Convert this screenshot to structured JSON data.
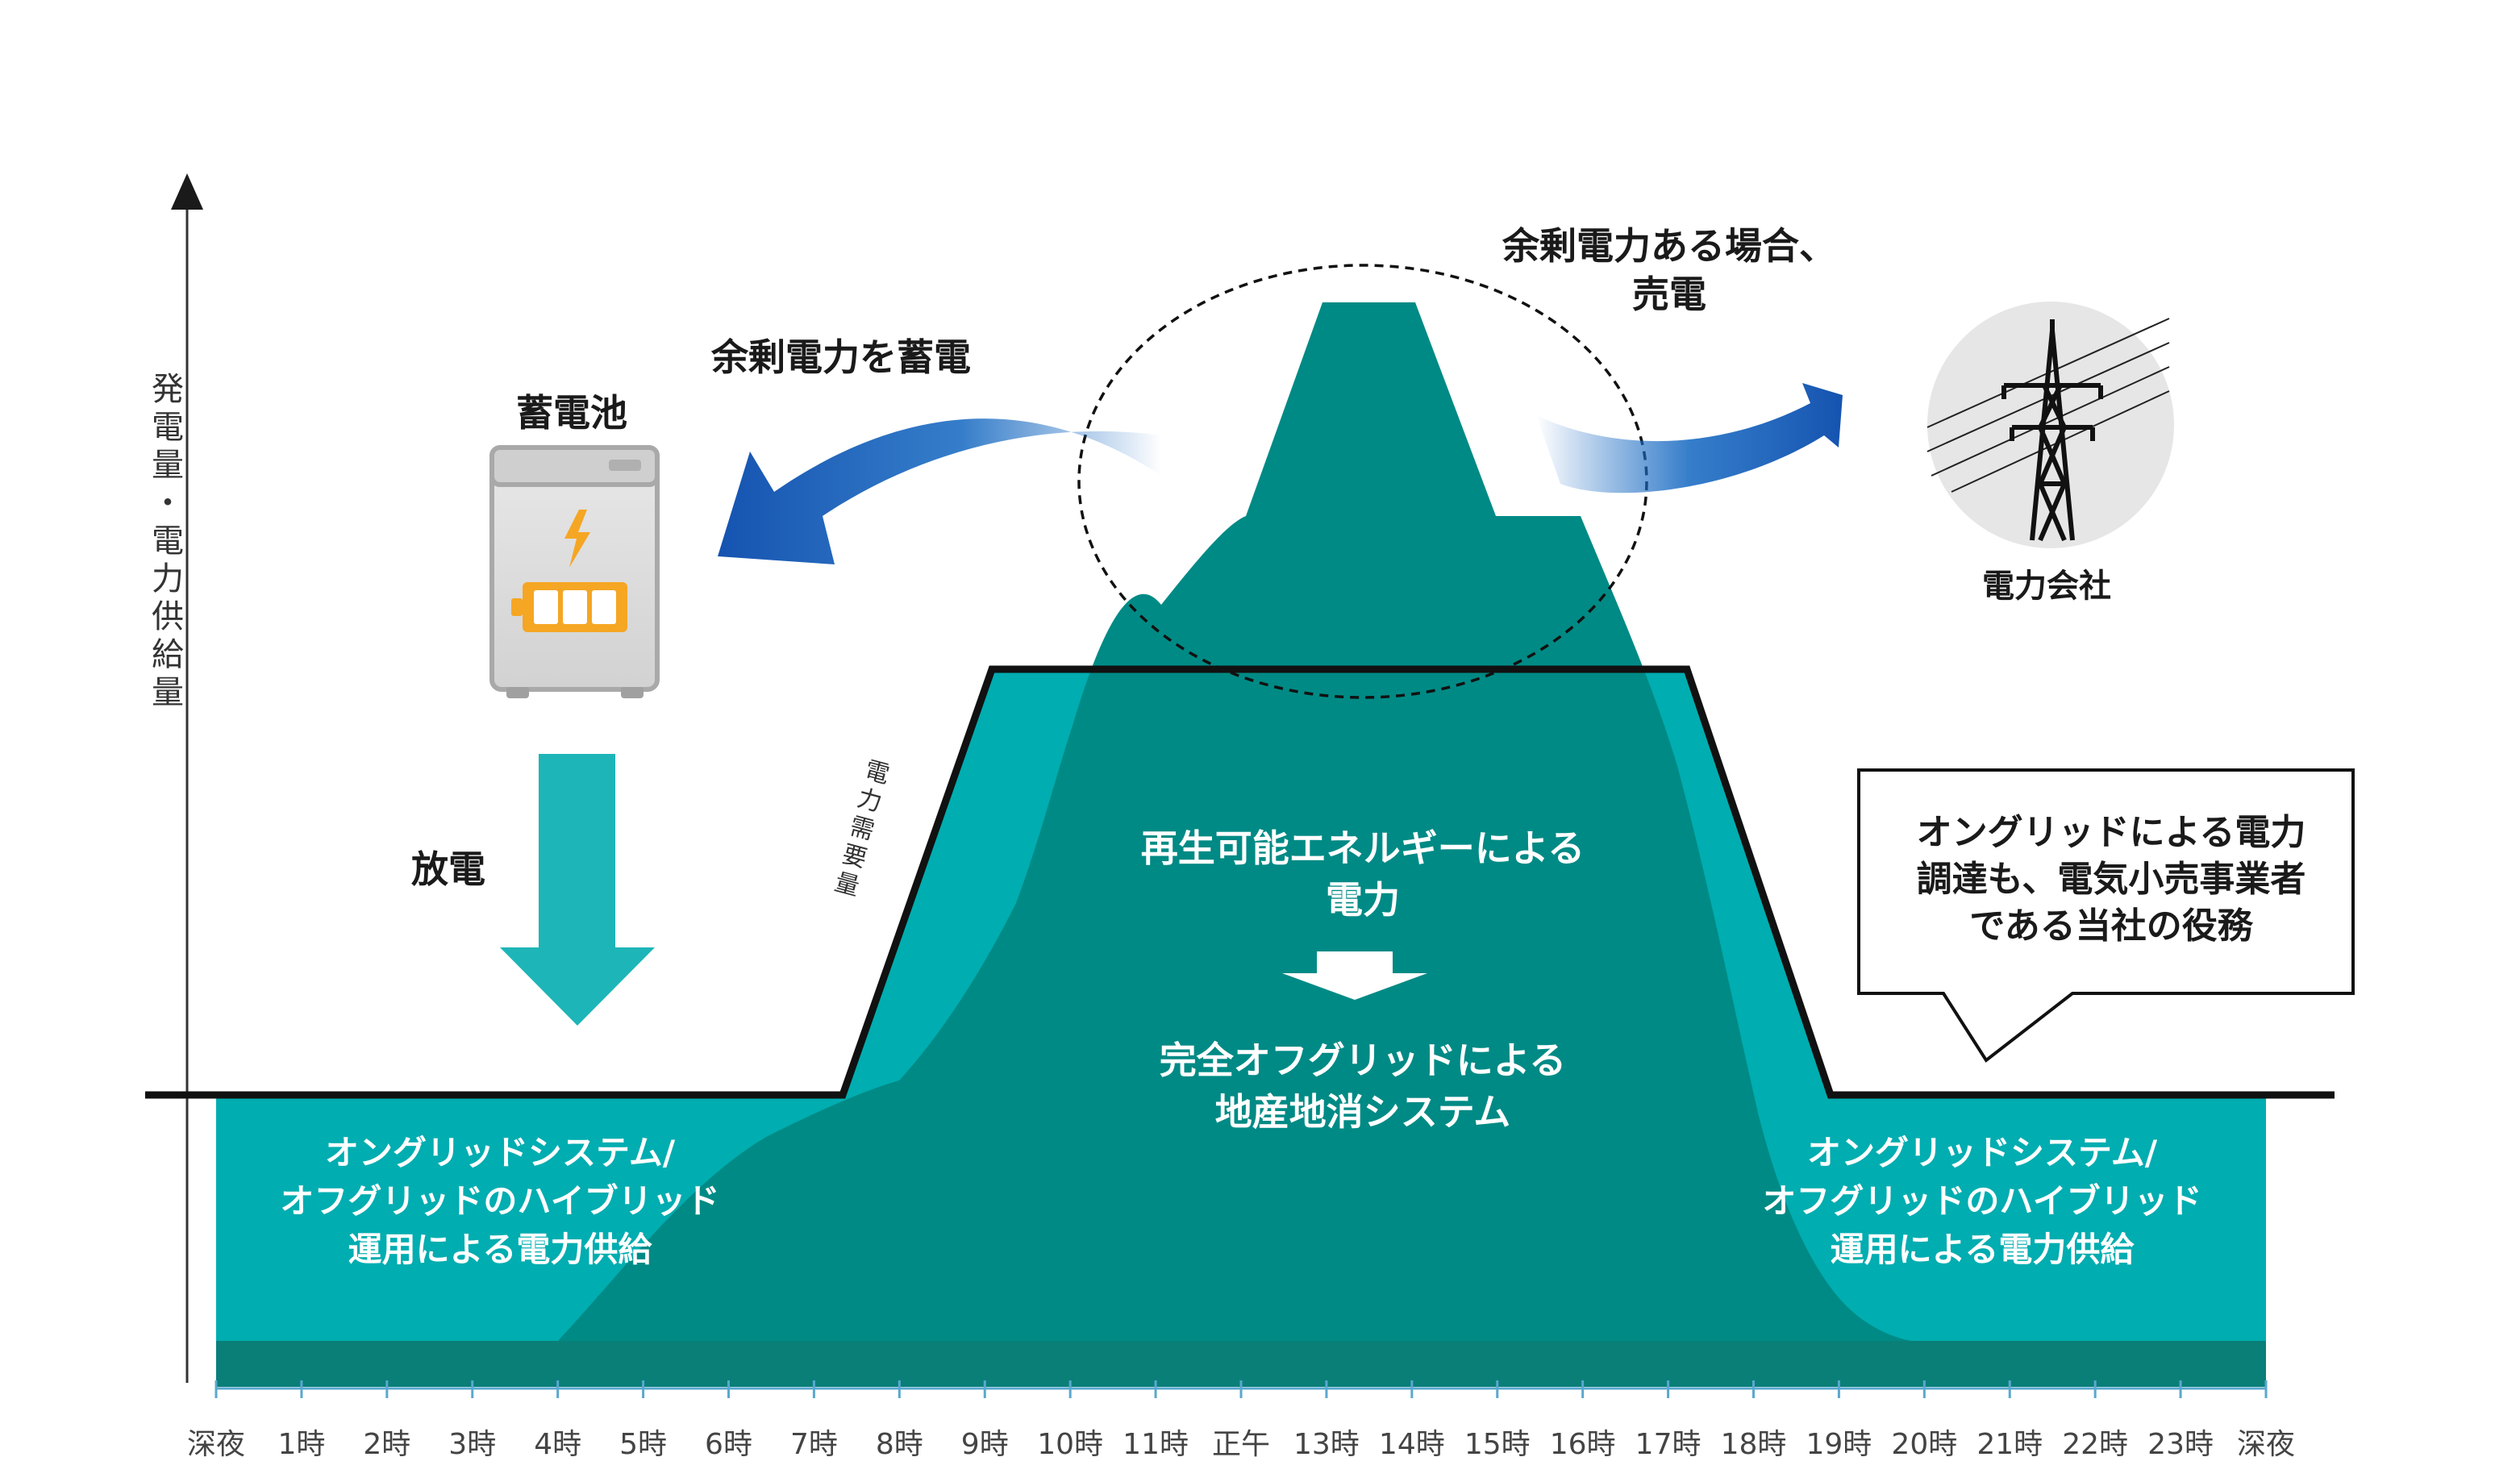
{
  "y_axis_label": [
    "発",
    "電",
    "量",
    "・",
    "電",
    "力",
    "供",
    "給",
    "量"
  ],
  "demand_label": [
    "電",
    "力",
    "需",
    "要",
    "量"
  ],
  "x_ticks": [
    "深夜",
    "1時",
    "2時",
    "3時",
    "4時",
    "5時",
    "6時",
    "7時",
    "8時",
    "9時",
    "10時",
    "11時",
    "正午",
    "13時",
    "14時",
    "15時",
    "16時",
    "17時",
    "18時",
    "19時",
    "20時",
    "21時",
    "22時",
    "23時",
    "深夜"
  ],
  "labels": {
    "charge": "余剰電力を蓄電",
    "battery": "蓄電池",
    "discharge": "放電",
    "sell": [
      "余剰電力ある場合、",
      "売電"
    ],
    "company": "電力会社",
    "renewable": [
      "再生可能エネルギーによる",
      "電力"
    ],
    "offgrid": [
      "完全オフグリッドによる",
      "地産地消システム"
    ],
    "hybrid_left": [
      "オングリッドシステム/",
      "オフグリッドのハイブリッド",
      "運用による電力供給"
    ],
    "hybrid_right": [
      "オングリッドシステム/",
      "オフグリッドのハイブリッド",
      "運用による電力供給"
    ],
    "callout": [
      "オングリッドによる電力",
      "調達も、電気小売事業者",
      "である当社の役務"
    ]
  },
  "colors": {
    "teal_light": "#00adb0",
    "teal_dark": "#008a85",
    "teal_darker": "#0a7f78",
    "arrow_blue": "#1565c0",
    "discharge_arrow": "#1eb5b8",
    "battery_accent": "#f5a623"
  },
  "icons": [
    "battery-icon",
    "transmission-tower-icon",
    "lightning-icon"
  ]
}
